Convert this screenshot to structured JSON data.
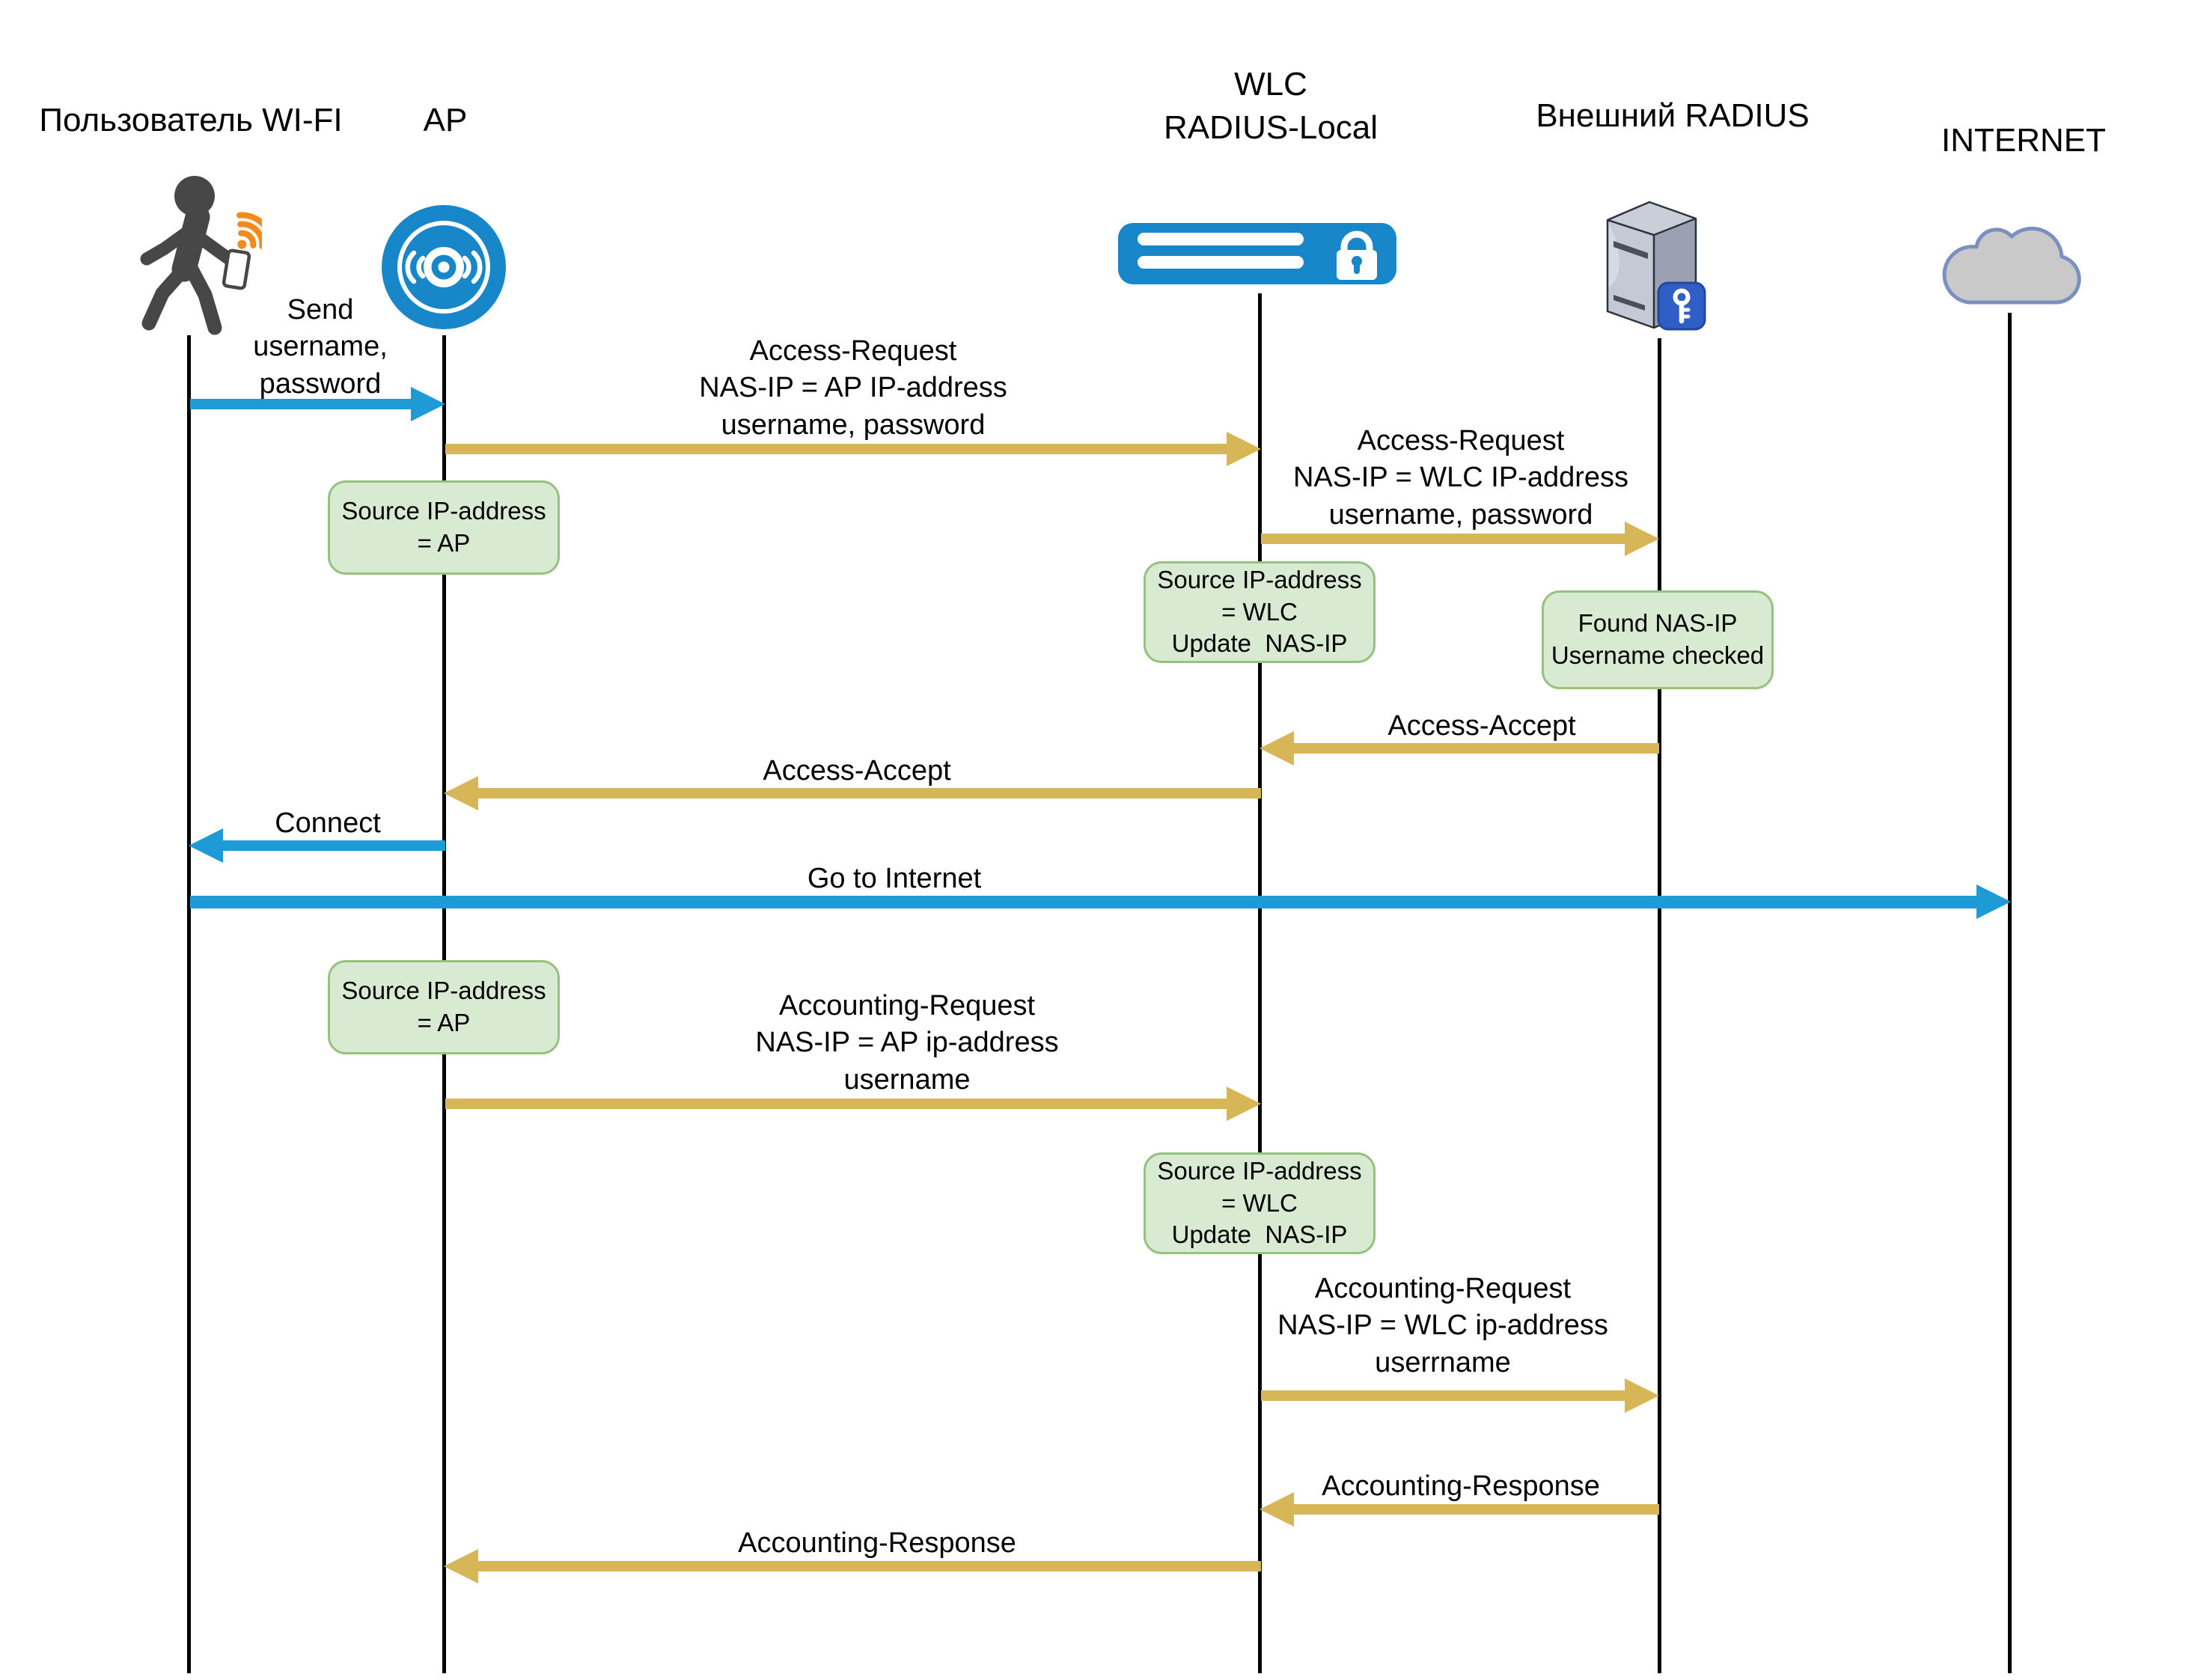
{
  "actors": [
    {
      "id": "user",
      "label": "Пользователь WI-FI"
    },
    {
      "id": "ap",
      "label": "AP"
    },
    {
      "id": "wlc",
      "label": "WLC\nRADIUS-Local"
    },
    {
      "id": "external_radius",
      "label": "Внешний RADIUS"
    },
    {
      "id": "internet",
      "label": "INTERNET"
    }
  ],
  "messages": [
    {
      "id": "send-credentials",
      "from": "user",
      "to": "ap",
      "color": "blue",
      "label": "Send\nusername,\npassword"
    },
    {
      "id": "access-request-ap",
      "from": "ap",
      "to": "wlc",
      "color": "gold",
      "label": "Access-Request\nNAS-IP = AP IP-address\nusername, password"
    },
    {
      "id": "access-request-wlc",
      "from": "wlc",
      "to": "external_radius",
      "color": "gold",
      "label": "Access-Request\nNAS-IP = WLC IP-address\nusername, password"
    },
    {
      "id": "access-accept-radius",
      "from": "external_radius",
      "to": "wlc",
      "color": "gold",
      "label": "Access-Accept"
    },
    {
      "id": "access-accept-wlc",
      "from": "wlc",
      "to": "ap",
      "color": "gold",
      "label": "Access-Accept"
    },
    {
      "id": "connect",
      "from": "ap",
      "to": "user",
      "color": "blue",
      "label": "Connect"
    },
    {
      "id": "go-to-internet",
      "from": "user",
      "to": "internet",
      "color": "blue",
      "label": "Go to Internet"
    },
    {
      "id": "accounting-request-ap",
      "from": "ap",
      "to": "wlc",
      "color": "gold",
      "label": "Accounting-Request\nNAS-IP = AP ip-address\nusername"
    },
    {
      "id": "accounting-request-wlc",
      "from": "wlc",
      "to": "external_radius",
      "color": "gold",
      "label": "Accounting-Request\nNAS-IP = WLC ip-address\nuserrname"
    },
    {
      "id": "accounting-response-radius",
      "from": "external_radius",
      "to": "wlc",
      "color": "gold",
      "label": "Accounting-Response"
    },
    {
      "id": "accounting-response-wlc",
      "from": "wlc",
      "to": "ap",
      "color": "gold",
      "label": "Accounting-Response"
    }
  ],
  "notes": [
    {
      "id": "note-ap-auth",
      "on": "ap",
      "label": "Source IP-address\n= AP"
    },
    {
      "id": "note-wlc-auth",
      "on": "wlc",
      "label": "Source IP-address\n= WLC\nUpdate  NAS-IP"
    },
    {
      "id": "note-radius-found",
      "on": "external_radius",
      "label": "Found NAS-IP\nUsername checked"
    },
    {
      "id": "note-ap-accounting",
      "on": "ap",
      "label": "Source IP-address\n= AP"
    },
    {
      "id": "note-wlc-accounting",
      "on": "wlc",
      "label": "Source IP-address\n= WLC\nUpdate  NAS-IP"
    }
  ],
  "colors": {
    "blue_arrow": "#1e9ad6",
    "gold_arrow": "#d6b656",
    "note_fill": "#d8ead2",
    "note_border": "#95c27f",
    "icon_blue": "#1787c9",
    "person_gray": "#474747",
    "wifi_orange": "#f28b1c",
    "cloud_fill": "#c9c9c9",
    "cloud_border": "#7a90c0",
    "badge_blue": "#2e5ec6",
    "server_front": "#c4cad5",
    "server_side": "#99a1b3",
    "server_top": "#c9ced9",
    "slot_dark": "#4c4f58",
    "lifeline_black": "#000000"
  }
}
